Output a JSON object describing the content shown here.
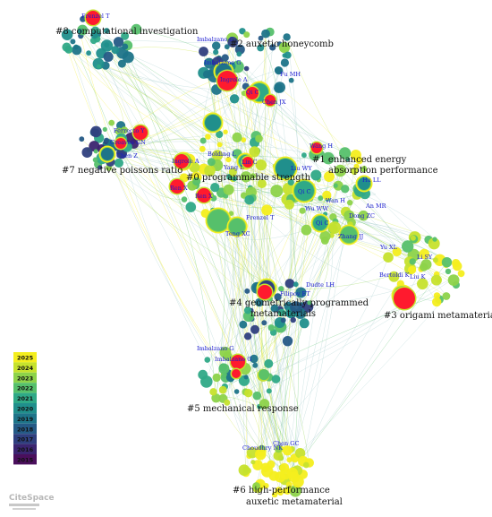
{
  "clusters": [
    {
      "id": "c8",
      "label": "#8 computational investigation"
    },
    {
      "id": "c2",
      "label": "#2 auxetic honeycomb"
    },
    {
      "id": "c1a",
      "label": "#1 enhanced energy"
    },
    {
      "id": "c1b",
      "label": "absorption performance"
    },
    {
      "id": "c7",
      "label": "#7 negative poissons ratio"
    },
    {
      "id": "c0",
      "label": "#0 programmable strength"
    },
    {
      "id": "c4a",
      "label": "#4 geometrically programmed"
    },
    {
      "id": "c4b",
      "label": "metamaterials"
    },
    {
      "id": "c3",
      "label": "#3 origami metamaterial"
    },
    {
      "id": "c5",
      "label": "#5 mechanical response"
    },
    {
      "id": "c6a",
      "label": "#6 high-performance"
    },
    {
      "id": "c6b",
      "label": "auxetic metamaterial"
    }
  ],
  "authors": [
    "Frenzel T",
    "Imbalzano G",
    "Imbalzano G",
    "Ingrole A",
    "Fu MH",
    "Qi C",
    "Chen JX",
    "Ferrecto Y",
    "Greaves GN",
    "Chen Z",
    "Bolding L",
    "Ingrole A",
    "Lin C",
    "Yang L",
    "Ren X",
    "Ren X",
    "Frenzel T",
    "Teng XC",
    "Wang H",
    "Liu WY",
    "Qi C",
    "Hu LL",
    "Wan H",
    "An MR",
    "Wu WW",
    "Dong ZC",
    "Qi C",
    "Zhang JJ",
    "Yu XL",
    "Li SY",
    "Bertoldi K",
    "Liu K",
    "Dudte LH",
    "Filipov ET",
    "Imbalzano G",
    "Imbalzano G",
    "Chen GC",
    "Choudhry NK"
  ],
  "legend": {
    "years": [
      "2025",
      "2024",
      "2023",
      "2022",
      "2021",
      "2020",
      "2019",
      "2018",
      "2017",
      "2016",
      "2015"
    ],
    "colors": [
      "#f4ee1e",
      "#c6e22d",
      "#8dd34a",
      "#56c06b",
      "#2fa987",
      "#208f8c",
      "#1e7489",
      "#255a86",
      "#2f3f7e",
      "#3b2570",
      "#4a0f5c"
    ]
  },
  "colors": {
    "burst": "#ff1a2e",
    "author_text": "#1a1ad0",
    "edge": "#9fc9c9"
  },
  "logo": {
    "text": "CiteSpace"
  }
}
